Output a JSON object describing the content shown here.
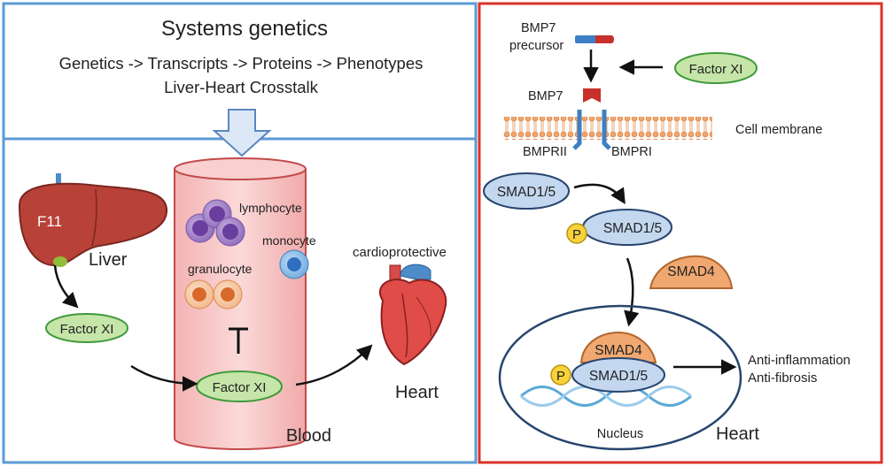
{
  "header": {
    "title": "Systems genetics",
    "line1": "Genetics -> Transcripts -> Proteins -> Phenotypes",
    "line2": "Liver-Heart Crosstalk"
  },
  "left": {
    "liver_gene": "F11",
    "liver_label": "Liver",
    "factor_liver": "Factor XI",
    "factor_blood": "Factor XI",
    "lymphocyte": "lymphocyte",
    "monocyte": "monocyte",
    "granulocyte": "granulocyte",
    "blood_label": "Blood",
    "cardioprotective": "cardioprotective",
    "heart_label": "Heart"
  },
  "right": {
    "bmp7_precursor_line1": "BMP7",
    "bmp7_precursor_line2": "precursor",
    "factor_xi": "Factor XI",
    "bmp7": "BMP7",
    "cell_membrane": "Cell membrane",
    "bmprii": "BMPRII",
    "bmpri": "BMPRI",
    "smad15_free": "SMAD1/5",
    "phospho": "P",
    "smad15_p": "SMAD1/5",
    "smad4_free": "SMAD4",
    "smad4_complex": "SMAD4",
    "smad15_complex": "SMAD1/5",
    "phospho_complex": "P",
    "anti_inflammation": "Anti-inflammation",
    "anti_fibrosis": "Anti-fibrosis",
    "nucleus": "Nucleus",
    "heart_label": "Heart"
  },
  "colors": {
    "left_border": "#5b9bd5",
    "right_border": "#d9342b",
    "factor_fill": "#c6e5a8",
    "factor_stroke": "#3f9a3a",
    "smad_fill": "#c3d7ef",
    "smad_stroke": "#27456e",
    "smad4_fill": "#f0a870",
    "phospho_fill": "#f7d23c",
    "blood_fill": "#f7c6c6"
  }
}
